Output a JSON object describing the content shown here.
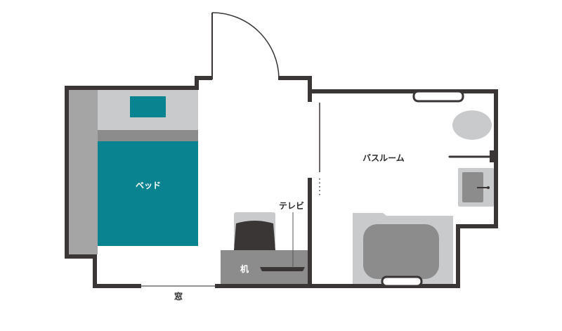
{
  "title": "Room floor plan",
  "labels": {
    "bed": "ベッド",
    "bathroom": "バスルーム",
    "tv": "テレビ",
    "desk": "机",
    "window": "窓"
  },
  "colors": {
    "wall": "#3a3636",
    "bed": "#0a8390",
    "light_gray": "#c9cacb",
    "mid_gray": "#a5a5a5",
    "dark_gray": "#8c8c8c",
    "label_dark": "#2b2b2b",
    "label_light": "#ffffff"
  }
}
